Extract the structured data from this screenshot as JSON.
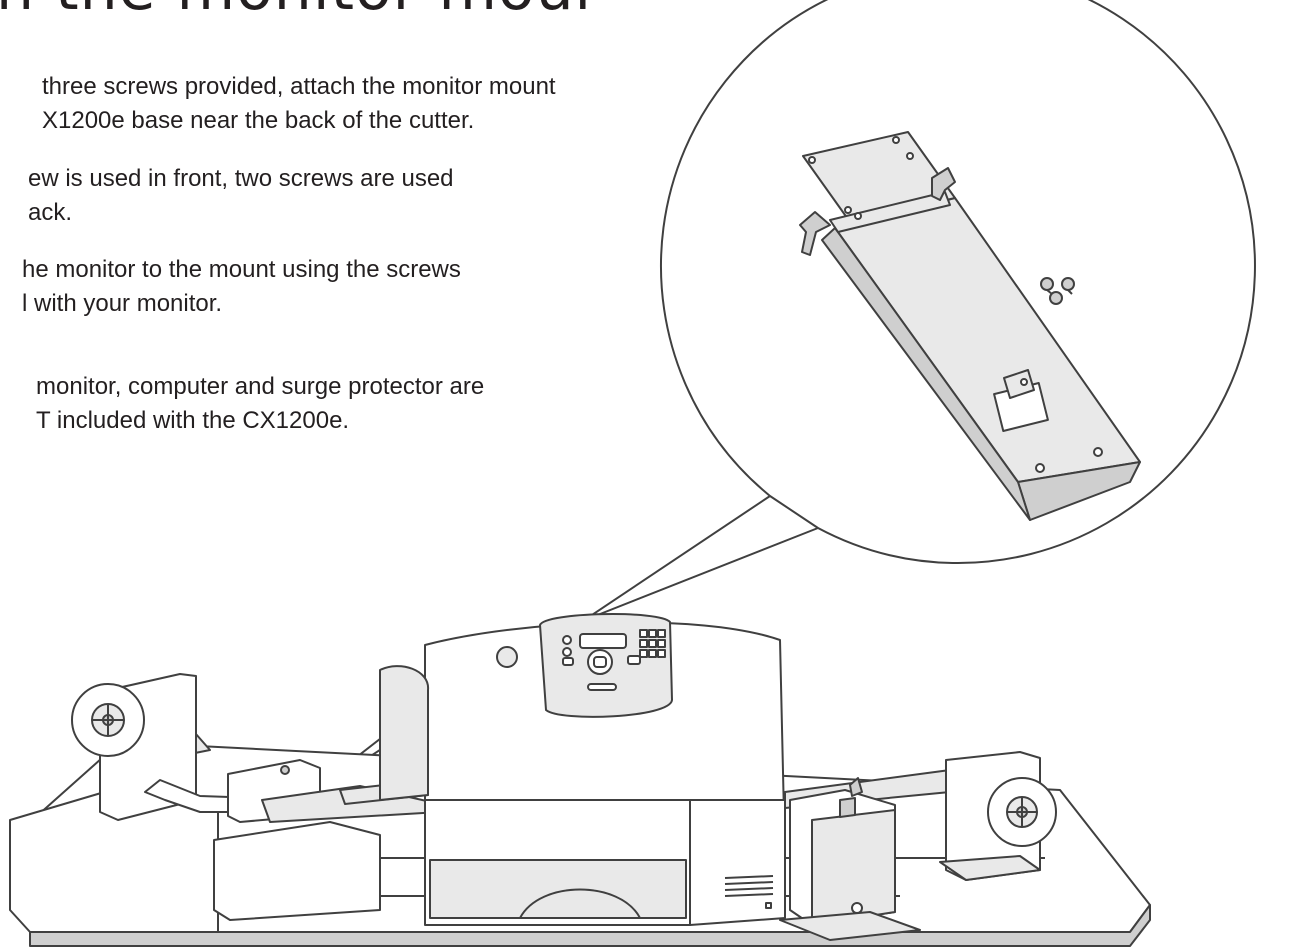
{
  "heading": "n the monitor mount",
  "instructions": [
    "three screws provided, attach the monitor mount\nX1200e base near the back of the cutter.",
    "ew is used in front, two screws are used\nack.",
    "he monitor to the mount using the screws\nl with your monitor.",
    "monitor, computer and surge protector are\nT included with the CX1200e."
  ]
}
